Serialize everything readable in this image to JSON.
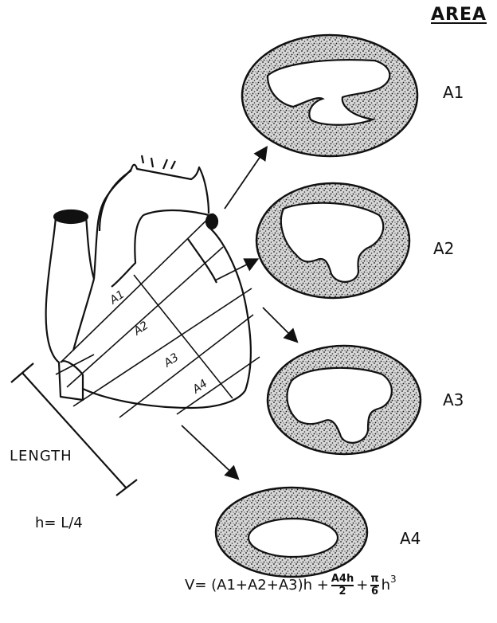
{
  "header": {
    "title": "AREA"
  },
  "sections": [
    {
      "label": "A1"
    },
    {
      "label": "A2"
    },
    {
      "label": "A3"
    },
    {
      "label": "A4"
    }
  ],
  "heart": {
    "cut_labels": [
      "A1",
      "A2",
      "A3",
      "A4"
    ],
    "length_label": "LENGTH",
    "h_formula": "h= L/4"
  },
  "formula": {
    "lhs": "V= (A1+A2+A3)h +",
    "frac1_num": "A4h",
    "frac1_den": "2",
    "plus": "+",
    "frac2_num": "π",
    "frac2_den": "6",
    "tail_base": "h",
    "tail_exp": "3"
  }
}
